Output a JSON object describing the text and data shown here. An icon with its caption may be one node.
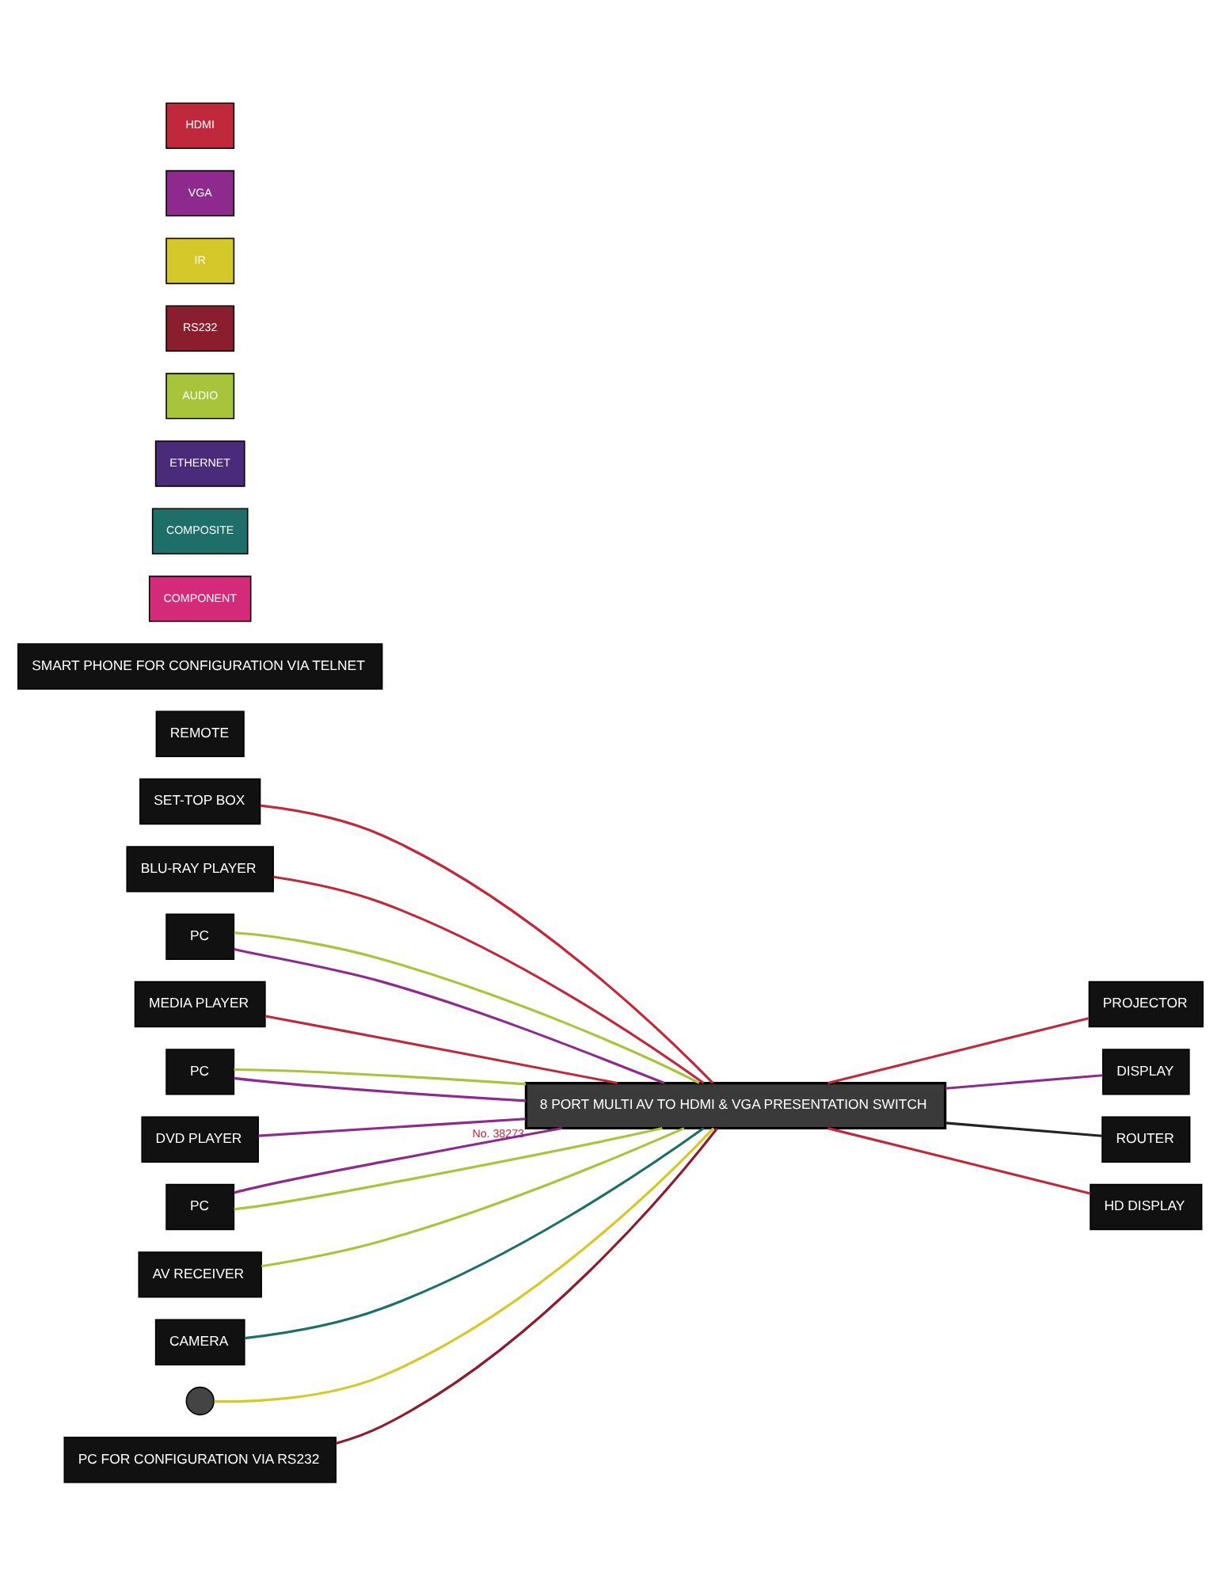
{
  "diagram": {
    "nodes": [
      {
        "text": [
          "SET-TOP BOX"
        ]
      },
      {
        "text": [
          "BLU-RAY PLAYER"
        ]
      },
      {
        "text": [
          "PC"
        ]
      },
      {
        "text": [
          "MEDIA PLAYER"
        ]
      },
      {
        "text": [
          "PC"
        ]
      },
      {
        "text": [
          "DVD PLAYER"
        ]
      },
      {
        "text": [
          "PC"
        ]
      },
      {
        "text": [
          "AV RECEIVER"
        ]
      },
      {
        "text": [
          "CAMERA"
        ]
      },
      {
        "text": [],
        "shape": "circle"
      },
      {
        "text": [
          "REMOTE"
        ]
      },
      {
        "text": [
          "8 PORT MULTI AV TO HDMI & VGA PRESENTATION SWITCH"
        ],
        "beside": [
          "No. 38273"
        ]
      },
      {
        "text": [
          "PC FOR CONFIGURATION VIA RS232"
        ]
      },
      {
        "text": [
          "PROJECTOR"
        ]
      },
      {
        "text": [
          "SMART PHONE FOR CONFIGURATION VIA TELNET"
        ]
      },
      {
        "text": [
          "DISPLAY"
        ]
      },
      {
        "text": [
          "ROUTER"
        ]
      },
      {
        "text": [
          "HD DISPLAY"
        ]
      }
    ],
    "edges": [
      {
        "from": 0,
        "to": 11,
        "arrow": "none",
        "color": "#c0283c"
      },
      {
        "from": 1,
        "to": 11,
        "arrow": "none",
        "color": "#c0283c"
      },
      {
        "from": 2,
        "to": 11,
        "arrow": "none",
        "color": "#8e2a8e"
      },
      {
        "from": 2,
        "to": 11,
        "arrow": "none",
        "color": "#a8c43a"
      },
      {
        "from": 3,
        "to": 11,
        "arrow": "none",
        "color": "#c0283c"
      },
      {
        "from": 4,
        "to": 11,
        "arrow": "none",
        "color": "#8e2a8e"
      },
      {
        "from": 4,
        "to": 11,
        "arrow": "none",
        "color": "#a8c43a"
      },
      {
        "from": 5,
        "to": 11,
        "arrow": "none",
        "color": "#8e2a8e"
      },
      {
        "from": 6,
        "to": 11,
        "arrow": "none",
        "color": "#a8c43a"
      },
      {
        "from": 6,
        "to": 11,
        "arrow": "none",
        "color": "#8e2a8e"
      },
      {
        "from": 7,
        "to": 11,
        "arrow": "none",
        "color": "#a8c43a"
      },
      {
        "from": 8,
        "to": 11,
        "arrow": "none",
        "color": "#1e6e6a"
      },
      {
        "from": 9,
        "to": 11,
        "arrow": "none",
        "color": "#d4c82a"
      },
      {
        "from": 12,
        "to": 11,
        "arrow": "none",
        "color": "#8b1e2e"
      },
      {
        "from": 11,
        "to": 13,
        "arrow": "none",
        "color": "#c0283c"
      },
      {
        "from": 11,
        "to": 15,
        "arrow": "none",
        "color": "#8e2a8e"
      },
      {
        "from": 11,
        "to": 17,
        "arrow": "none",
        "color": "#c0283c"
      },
      {
        "from": 11,
        "to": 16,
        "arrow": "none",
        "color": "#222222"
      }
    ],
    "legend": [
      {
        "text": "HDMI",
        "color": "#c0283c"
      },
      {
        "text": "VGA",
        "color": "#8e2a8e"
      },
      {
        "text": "IR",
        "color": "#d4c82a"
      },
      {
        "text": "RS232",
        "color": "#8b1e2e"
      },
      {
        "text": "AUDIO",
        "color": "#a8c43a"
      },
      {
        "text": "ETHERNET",
        "color": "#4a2a7a"
      },
      {
        "text": "COMPOSITE",
        "color": "#1e6e6a"
      },
      {
        "text": "COMPONENT",
        "color": "#d42a7a"
      }
    ]
  }
}
